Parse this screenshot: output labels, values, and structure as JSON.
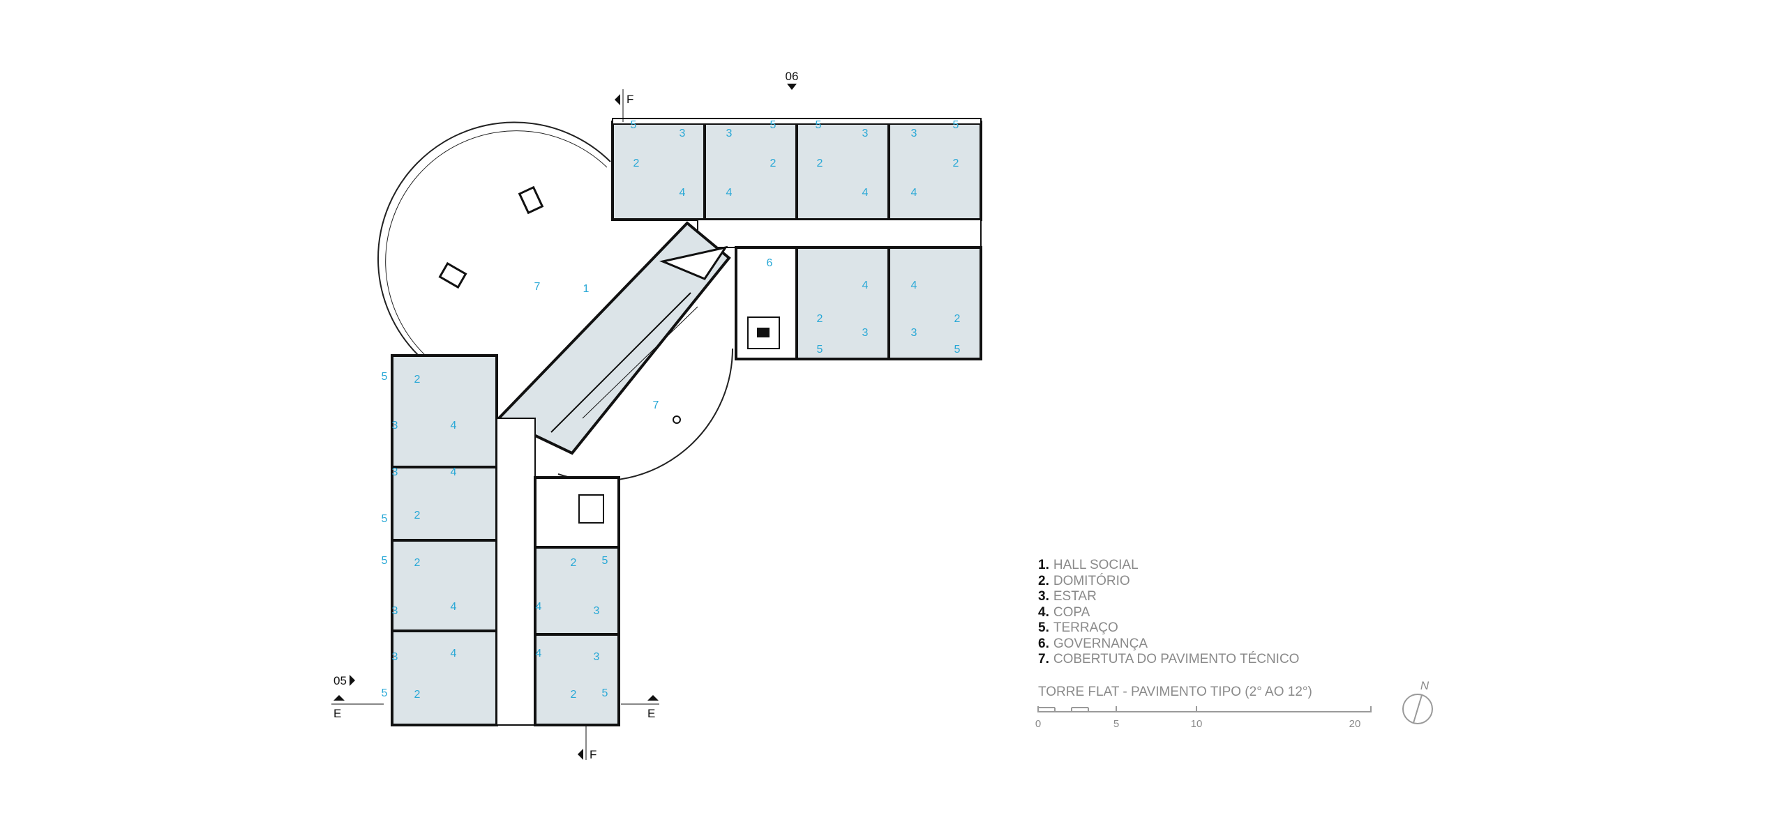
{
  "legend": [
    {
      "num": "1.",
      "label": "HALL SOCIAL"
    },
    {
      "num": "2.",
      "label": "DOMITÓRIO"
    },
    {
      "num": "3.",
      "label": "ESTAR"
    },
    {
      "num": "4.",
      "label": "COPA"
    },
    {
      "num": "5.",
      "label": "TERRAÇO"
    },
    {
      "num": "6.",
      "label": "GOVERNANÇA"
    },
    {
      "num": "7.",
      "label": "COBERTUTA DO PAVIMENTO TÉCNICO"
    }
  ],
  "plan_title": "TORRE FLAT - PAVIMENTO TIPO (2° AO 12°)",
  "scale": {
    "ticks": [
      "0",
      "5",
      "10",
      "20"
    ]
  },
  "north": "N",
  "markers": {
    "top": "06",
    "left": "05",
    "section_f": "F",
    "section_e": "E"
  },
  "room_numbers": {
    "one": "1",
    "two": "2",
    "three": "3",
    "four": "4",
    "five": "5",
    "six": "6",
    "seven": "7"
  },
  "colors": {
    "room_fill": "#dce4e8",
    "room_label": "#29a8d6",
    "wall": "#111111",
    "legend_text": "#8a8a8a"
  }
}
